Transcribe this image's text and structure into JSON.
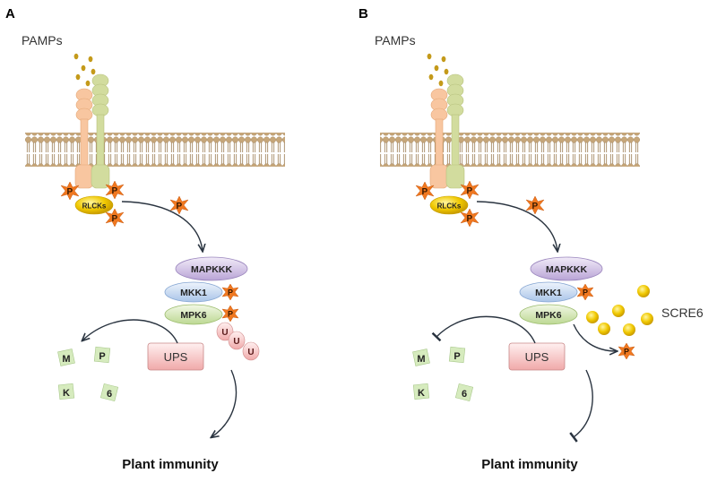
{
  "panels": [
    {
      "letter": "A",
      "pamps": "PAMPs",
      "rlcks": "RLCKs",
      "p": "P",
      "mapkkk": "MAPKKK",
      "mkk1": "MKK1",
      "mpk6": "MPK6",
      "ups": "UPS",
      "ubiquitin": [
        "U",
        "U",
        "U"
      ],
      "fragments": [
        "M",
        "P",
        "K",
        "6"
      ],
      "plant_immunity": "Plant immunity"
    },
    {
      "letter": "B",
      "pamps": "PAMPs",
      "rlcks": "RLCKs",
      "p": "P",
      "mapkkk": "MAPKKK",
      "mkk1": "MKK1",
      "mpk6": "MPK6",
      "ups": "UPS",
      "scre6": "SCRE6",
      "fragments": [
        "M",
        "P",
        "K",
        "6"
      ],
      "plant_immunity": "Plant immunity"
    }
  ],
  "colors": {
    "membrane_head": "#c9a77a",
    "membrane_tail": "#b08a55",
    "receptor_orange": "#f8c6a0",
    "receptor_green": "#d4dca0",
    "rlck_yellow": "#f5d000",
    "phospho_orange": "#f07820",
    "mapkkk_purple": "#c9b8e0",
    "mkk1_blue": "#b8d0ee",
    "mpk6_green": "#cfe3a6",
    "ups_pink": "#f6c4c4",
    "ubiquitin_pink": "#f2b0b0",
    "fragment_green": "#d6ebbe",
    "scre6_yellow": "#e8c400",
    "pamp_dot": "#c49a1a"
  }
}
